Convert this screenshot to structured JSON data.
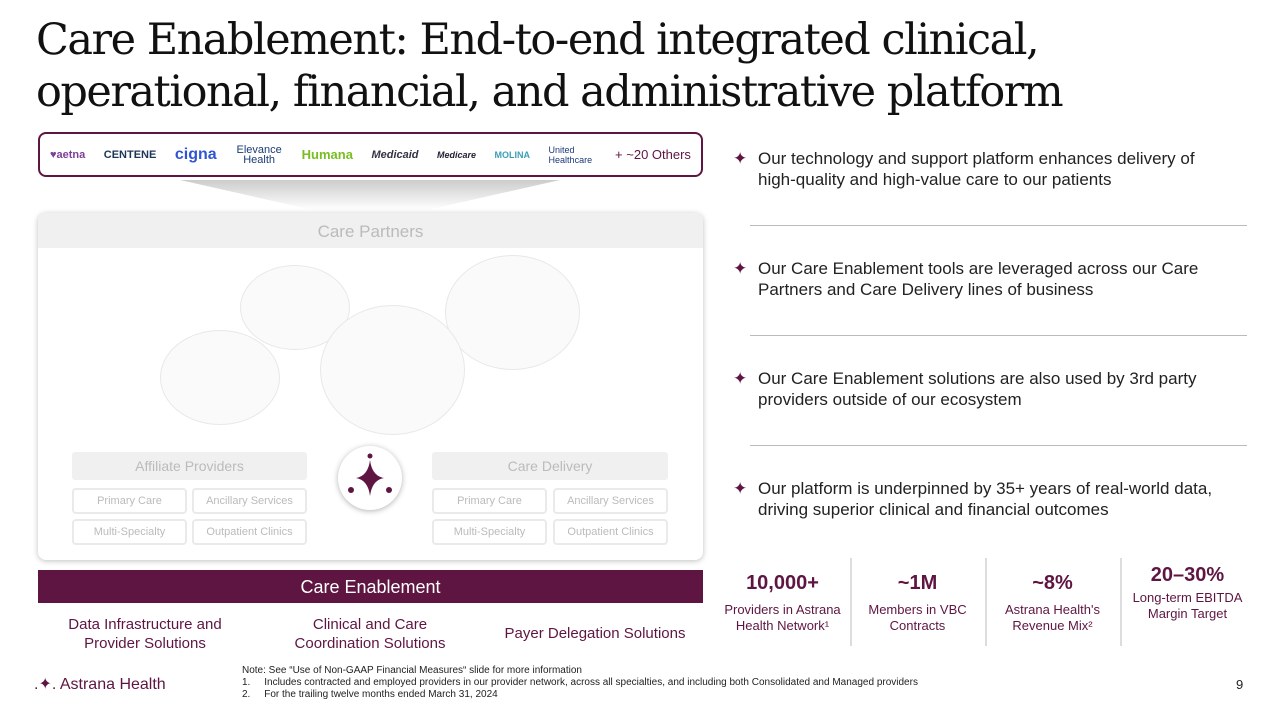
{
  "title": "Care Enablement: End-to-end integrated clinical, operational, financial, and administrative platform",
  "payers": [
    "♥aetna",
    "CENTENE",
    "cigna",
    "Elevance Health",
    "Humana",
    "Medicaid",
    "Medicare",
    "MOLINA",
    "United Healthcare",
    "+ ~20 Others"
  ],
  "care_partners": "Care Partners",
  "affiliate": {
    "title": "Affiliate Providers",
    "items": [
      "Primary Care",
      "Ancillary Services",
      "Multi-Specialty",
      "Outpatient Clinics"
    ]
  },
  "delivery": {
    "title": "Care Delivery",
    "items": [
      "Primary Care",
      "Ancillary Services",
      "Multi-Specialty",
      "Outpatient Clinics"
    ]
  },
  "care_enablement": "Care Enablement",
  "solutions": [
    "Data Infrastructure and Provider Solutions",
    "Clinical and Care Coordination Solutions",
    "Payer Delegation Solutions"
  ],
  "bullets": [
    "Our technology and support platform enhances delivery of high-quality and high-value care to our patients",
    "Our Care Enablement tools are leveraged across our Care Partners and Care Delivery lines of business",
    "Our Care Enablement solutions are also used by 3rd party providers outside of our ecosystem",
    "Our platform is underpinned by 35+ years of real-world data, driving superior clinical and financial outcomes"
  ],
  "stats": [
    {
      "value": "10,000+",
      "label": "Providers in Astrana Health Network¹"
    },
    {
      "value": "~1M",
      "label": "Members in VBC Contracts"
    },
    {
      "value": "~8%",
      "label": "Astrana Health's Revenue Mix²"
    },
    {
      "value": "20–30%",
      "label": "Long-term EBITDA Margin Target"
    }
  ],
  "brand": "Astrana Health",
  "footnotes": {
    "note": "Note: See “Use of Non-GAAP Financial Measures“ slide for more information",
    "f1": "1.     Includes contracted and employed providers in our provider network, across all specialties, and including both Consolidated and Managed providers",
    "f2": "2.     For the trailing twelve months ended March 31, 2024"
  },
  "page": "9",
  "colors": {
    "brand": "#5f1542"
  }
}
